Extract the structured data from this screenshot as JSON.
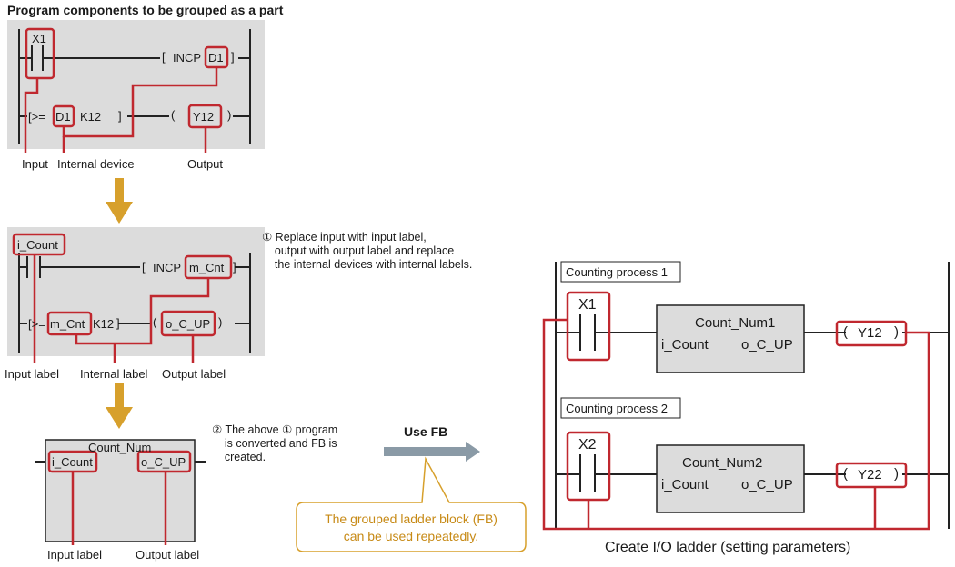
{
  "title": "Program components to be grouped as a part",
  "step1": {
    "contact": "X1",
    "incp_instr": "INCP",
    "incp_dev": "D1",
    "cmp_op": "[>=",
    "cmp_dev": "D1",
    "cmp_const": "K12",
    "coil": "Y12",
    "caption_input": "Input",
    "caption_internal": "Internal device",
    "caption_output": "Output"
  },
  "step2": {
    "contact": "i_Count",
    "incp_instr": "INCP",
    "incp_dev": "m_Cnt",
    "cmp_op": "[>=",
    "cmp_dev": "m_Cnt",
    "cmp_const": "K12",
    "coil": "o_C_UP",
    "caption_input": "Input label",
    "caption_internal": "Internal label",
    "caption_output": "Output label",
    "note": "① Replace input with input label,\n    output with output label and replace\n    the internal devices with internal labels."
  },
  "step3": {
    "fb_name": "Count_Num",
    "in_label": "i_Count",
    "out_label": "o_C_UP",
    "caption_input": "Input label",
    "caption_output": "Output label",
    "note": "② The above ① program\n    is converted and FB is\n    created."
  },
  "use_fb": {
    "label": "Use FB",
    "callout": "The grouped ladder block (FB)\ncan be used repeatedly."
  },
  "right": {
    "proc1": {
      "label": "Counting process 1",
      "contact": "X1",
      "fb_name": "Count_Num1",
      "in": "i_Count",
      "out": "o_C_UP",
      "coil": "Y12"
    },
    "proc2": {
      "label": "Counting process 2",
      "contact": "X2",
      "fb_name": "Count_Num2",
      "in": "i_Count",
      "out": "o_C_UP",
      "coil": "Y22"
    },
    "caption": "Create I/O ladder (setting parameters)"
  },
  "colors": {
    "highlight": "#c0282f",
    "panel": "#dcdcdc",
    "arrow_down": "#d7a02c",
    "arrow_right": "#8a9aa6",
    "callout_border": "#d7a02c"
  }
}
